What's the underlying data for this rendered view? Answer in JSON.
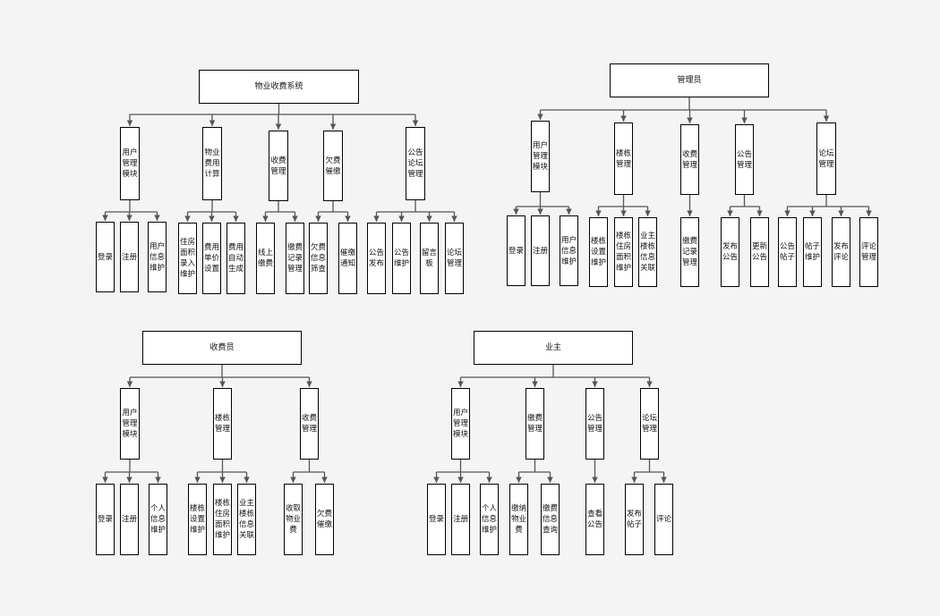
{
  "diagram": {
    "tree1": {
      "root": "物业收费系统",
      "nodes": [
        "用户\n管理\n模块",
        "物业\n费用\n计算",
        "收费\n管理",
        "欠费\n催缴",
        "公告\n论坛\n管理"
      ],
      "leaves": [
        [
          "登录",
          "注册",
          "用户\n信息\n维护"
        ],
        [
          "住房\n面积\n录入\n维护",
          "费用\n单价\n设置",
          "费用\n自动\n生成"
        ],
        [
          "线上\n缴费",
          "缴费\n记录\n管理"
        ],
        [
          "欠费\n信息\n筛查",
          "催缴\n通知"
        ],
        [
          "公告\n发布",
          "公告\n维护",
          "留言\n板",
          "论坛\n管理"
        ]
      ]
    },
    "tree2": {
      "root": "管理员",
      "nodes": [
        "用户\n管理\n模块",
        "楼栋\n管理",
        "收费\n管理",
        "公告\n管理",
        "论坛\n管理"
      ],
      "leaves": [
        [
          "登录",
          "注册",
          "用户\n信息\n维护"
        ],
        [
          "楼栋\n设置\n维护",
          "楼栋\n住房\n面积\n维护",
          "业主\n楼栋\n信息\n关联"
        ],
        [
          "缴费\n记录\n管理"
        ],
        [
          "发布\n公告",
          "更新\n公告"
        ],
        [
          "公告\n帖子",
          "帖子\n维护",
          "发布\n评论",
          "评论\n管理"
        ]
      ]
    },
    "tree3": {
      "root": "收费员",
      "nodes": [
        "用户\n管理\n模块",
        "楼栋\n管理",
        "收费\n管理"
      ],
      "leaves": [
        [
          "登录",
          "注册",
          "个人\n信息\n维护"
        ],
        [
          "楼栋\n设置\n维护",
          "楼栋\n住房\n面积\n维护",
          "业主\n楼栋\n信息\n关联"
        ],
        [
          "收取\n物业\n费",
          "欠费\n催缴"
        ]
      ]
    },
    "tree4": {
      "root": "业主",
      "nodes": [
        "用户\n管理\n模块",
        "缴费\n管理",
        "公告\n管理",
        "论坛\n管理"
      ],
      "leaves": [
        [
          "登录",
          "注册",
          "个人\n信息\n维护"
        ],
        [
          "缴纳\n物业\n费",
          "缴费\n信息\n查询"
        ],
        [
          "查看\n公告"
        ],
        [
          "发布\n帖子",
          "评论"
        ]
      ]
    }
  }
}
